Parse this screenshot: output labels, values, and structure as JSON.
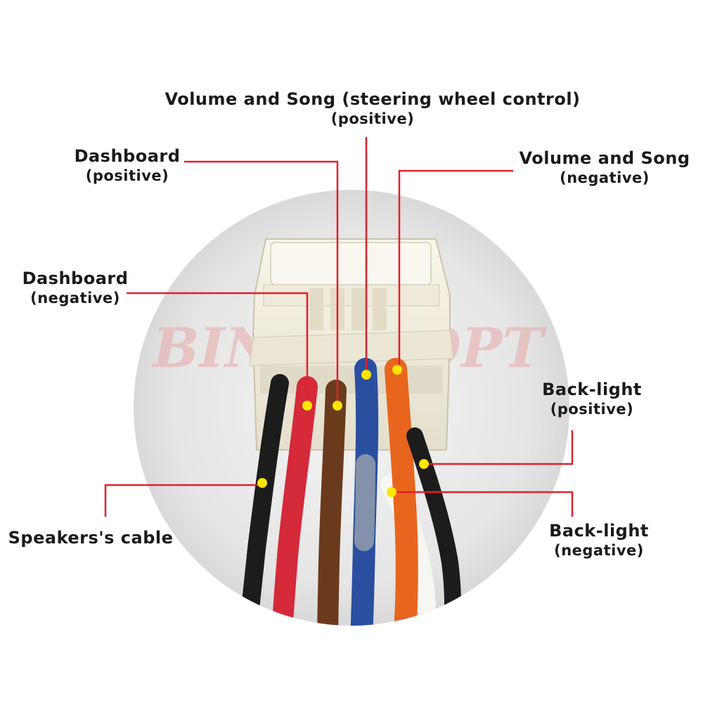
{
  "labels": {
    "volume_song_positive": {
      "line1": "Volume and Song (steering wheel control)",
      "line2": "(positive)"
    },
    "dashboard_positive": {
      "line1": "Dashboard",
      "line2": "(positive)"
    },
    "volume_song_negative": {
      "line1": "Volume and Song",
      "line2": "(negative)"
    },
    "dashboard_negative": {
      "line1": "Dashboard",
      "line2": "(negative)"
    },
    "backlight_positive": {
      "line1": "Back-light",
      "line2": "(positive)"
    },
    "speakers_cable": {
      "line1": "Speakers's cable"
    },
    "backlight_negative": {
      "line1": "Back-light",
      "line2": "(negative)"
    }
  },
  "watermark": "BINGSHOPT",
  "colors": {
    "leader_line": "#e0202a",
    "marker": "#ffe600",
    "connector_body": "#f3efe2",
    "wire_black": "#1c1c1c",
    "wire_red": "#d42a3a",
    "wire_brown": "#6a3a1c",
    "wire_blue": "#2a4fa0",
    "wire_orange": "#e8651e",
    "wire_white": "#f6f6f2"
  }
}
